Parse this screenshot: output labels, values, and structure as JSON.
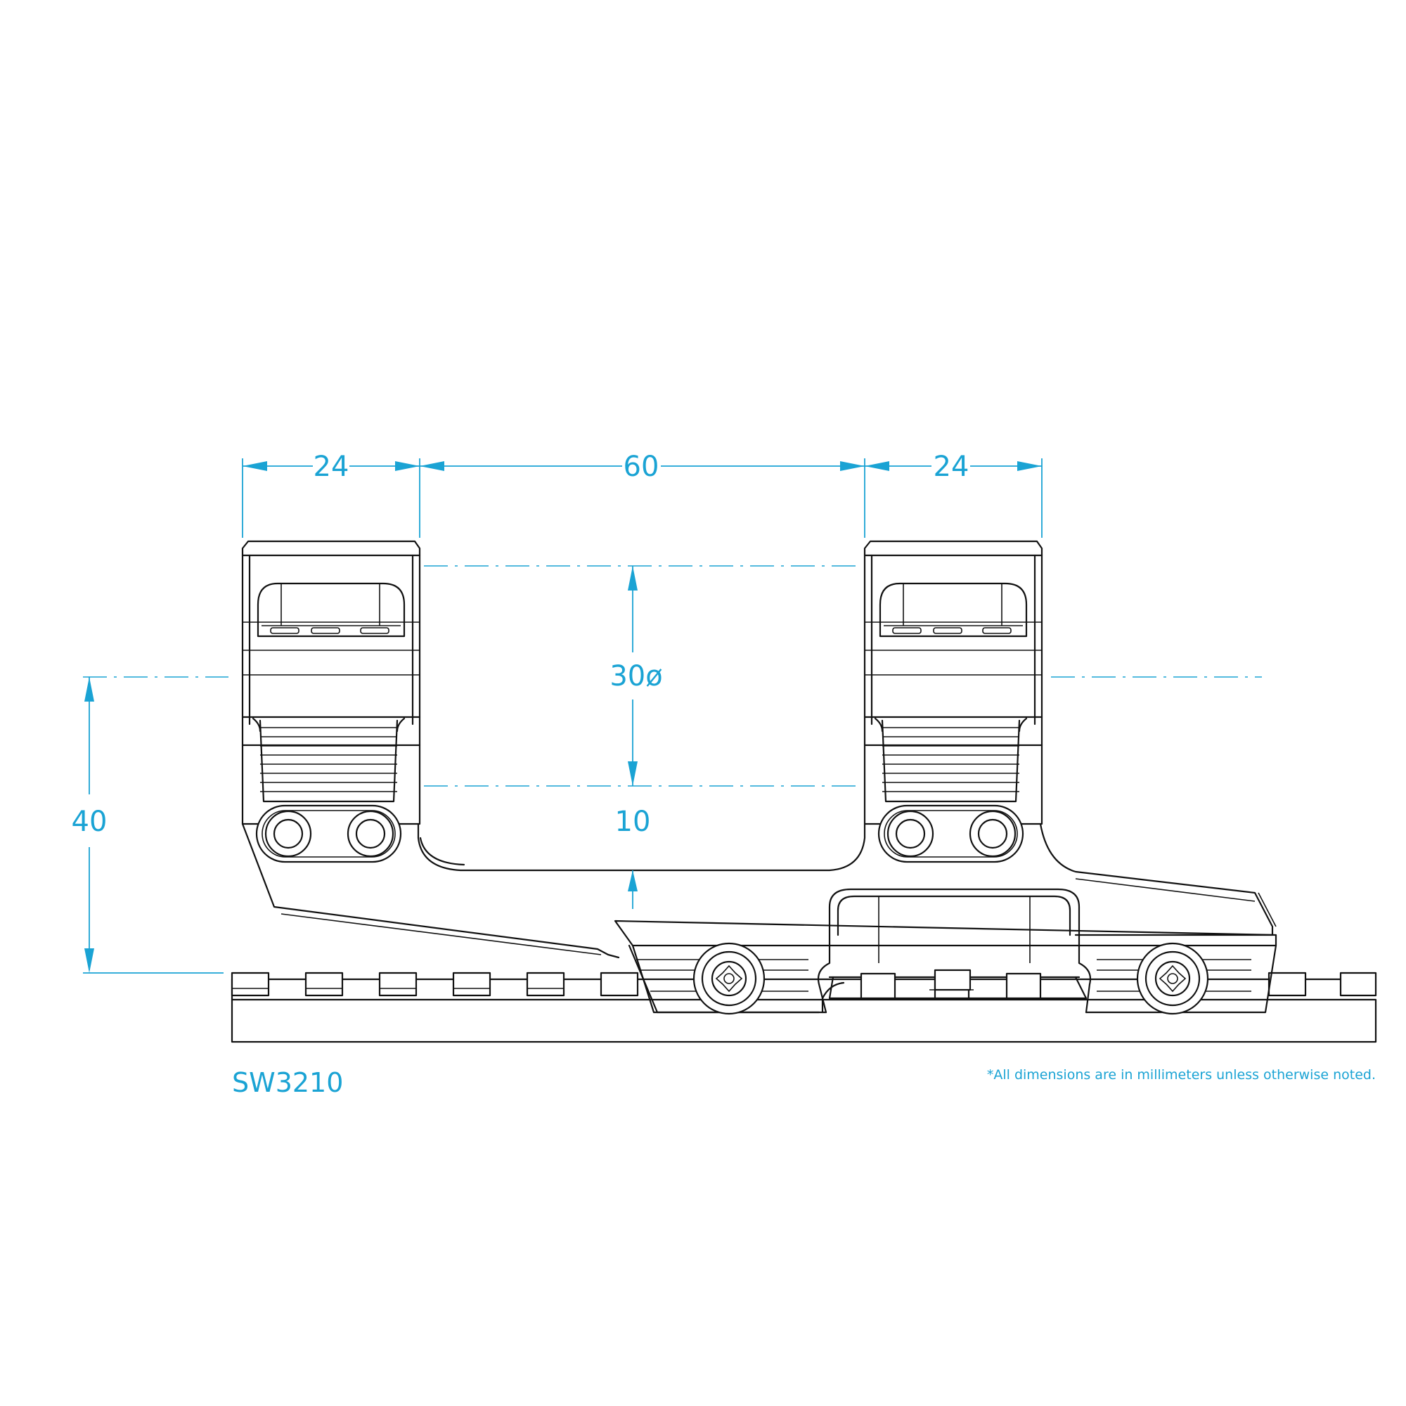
{
  "diagram": {
    "model": "SW3210",
    "note": "*All dimensions are in millimeters unless otherwise noted.",
    "dimensions": {
      "ring_width_left": "24",
      "ring_spacing": "60",
      "ring_width_right": "24",
      "tube_diameter": "30ø",
      "ring_base_gap": "10",
      "center_height": "40"
    },
    "colors": {
      "dimension": "#1aa3d4",
      "outline": "#111111",
      "background": "#ffffff"
    }
  }
}
